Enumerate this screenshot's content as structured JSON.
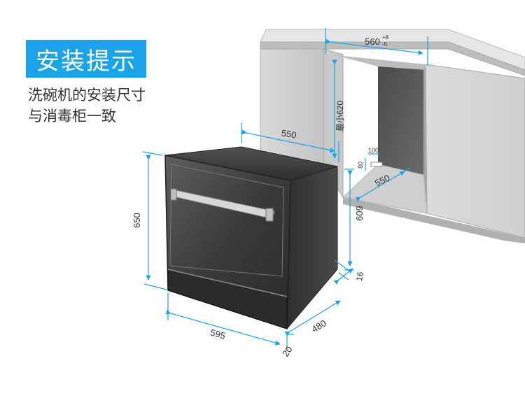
{
  "header": {
    "badge": "安装提示",
    "subtitle_line1": "洗碗机的安装尺寸",
    "subtitle_line2": "与消毒柜一致"
  },
  "dimensions": {
    "dishwasher_height": "650",
    "dishwasher_width": "595",
    "dishwasher_depth": "480",
    "dishwasher_top_depth": "550",
    "front_offset": "20",
    "bottom_gap": "16",
    "cavity_width_main": "560",
    "cavity_width_plus": "+8",
    "cavity_width_minus": "-5",
    "cavity_min_depth": "最小620",
    "cavity_height": "609",
    "cavity_floor_depth": "550",
    "opening_100": "100",
    "opening_80": "80"
  },
  "colors": {
    "badge": "#1aa3e8",
    "arrow": "#1aa3e8",
    "cabinet_light": "#d4d4d4",
    "cabinet_dark": "#5a5a5a",
    "dishwasher_body": "#3d3d3d"
  }
}
